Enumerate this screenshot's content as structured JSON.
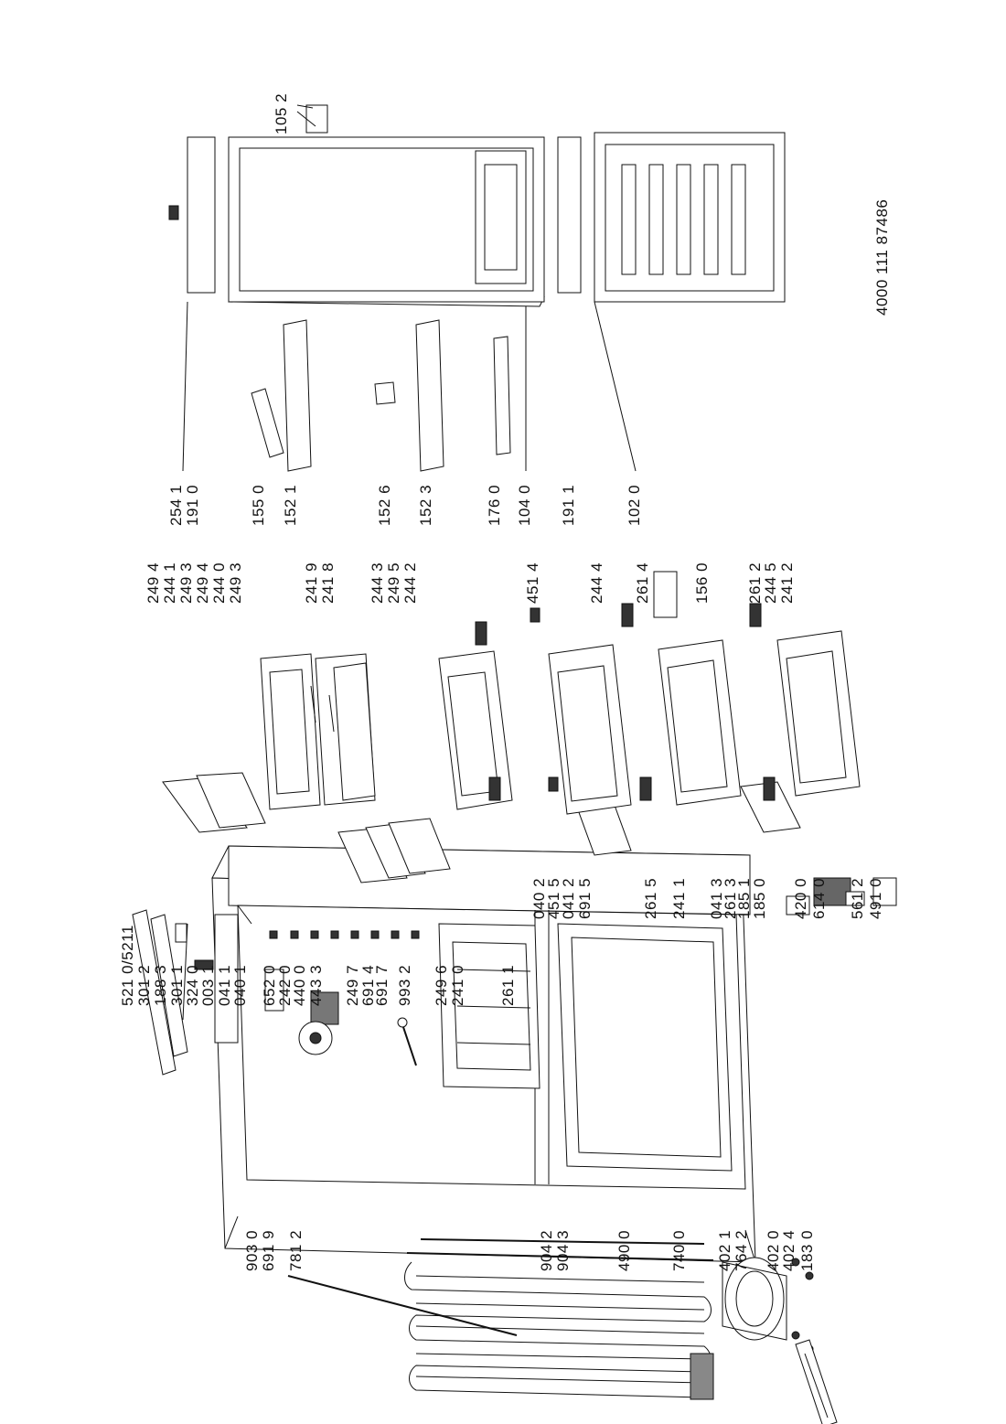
{
  "document_number": "4000 111 87486",
  "label_columns": [
    {
      "id": "col-a",
      "items": [
        "903 0",
        "691 9",
        "781 2"
      ]
    },
    {
      "id": "col-b",
      "items": [
        "521 0/5211",
        "301 2",
        "188 3",
        "301 1",
        "324 0",
        "003 1",
        "041 1",
        "040 1",
        "652 0",
        "242 0",
        "440 0",
        "443 3",
        "249 7",
        "691 4",
        "691 7",
        "993 2",
        "249 6",
        "241 0",
        "261 1"
      ]
    },
    {
      "id": "col-c",
      "items": [
        "904 2",
        "904 3",
        "490 0",
        "740 0",
        "402 1",
        "764 2",
        "402 0",
        "402 4",
        "183 0"
      ]
    },
    {
      "id": "col-d",
      "items": [
        "040 2",
        "451 5",
        "041 2",
        "691 5",
        "261 5",
        "241 1",
        "041 3",
        "261 3",
        "185 1",
        "185 0",
        "420 0",
        "614 0",
        "561 2",
        "491 0"
      ]
    },
    {
      "id": "col-e",
      "items": [
        "249 4",
        "244 1",
        "249 3",
        "249 4",
        "244 0",
        "249 3",
        "241 9",
        "241 8",
        "244 3",
        "249 5",
        "244 2",
        "451 4",
        "244 4",
        "261 4",
        "156 0",
        "261 2",
        "244 5",
        "241 2"
      ]
    },
    {
      "id": "col-f",
      "items": [
        "254 1",
        "191 0",
        "155 0",
        "152 1",
        "152 6",
        "152 3",
        "176 0",
        "104 0",
        "191 1",
        "102 0"
      ]
    },
    {
      "id": "col-g",
      "items": [
        "105 2"
      ]
    }
  ]
}
